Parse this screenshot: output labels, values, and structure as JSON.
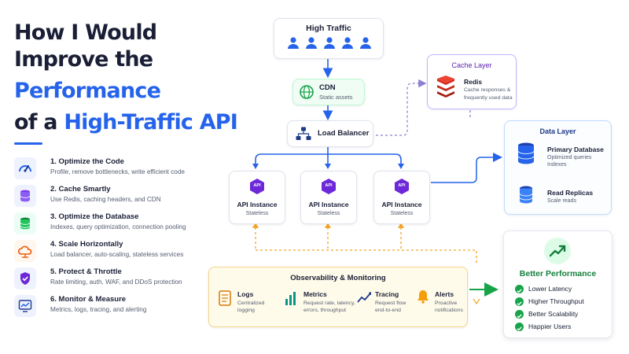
{
  "title": {
    "line1": "How I Would",
    "line2": "Improve the",
    "line3": "Performance",
    "line4a": "of a ",
    "line4b": "High-Traffic API"
  },
  "tips": [
    {
      "title": "1. Optimize the Code",
      "desc": "Profile, remove bottlenecks, write efficient code",
      "icon": "speedometer-icon"
    },
    {
      "title": "2. Cache Smartly",
      "desc": "Use Redis, caching headers, and CDN",
      "icon": "database-cache-icon"
    },
    {
      "title": "3. Optimize the Database",
      "desc": "Indexes, query optimization, connection pooling",
      "icon": "database-icon"
    },
    {
      "title": "4. Scale Horizontally",
      "desc": "Load balancer, auto-scaling, stateless services",
      "icon": "cloud-scale-icon"
    },
    {
      "title": "5. Protect & Throttle",
      "desc": "Rate limiting, auth, WAF, and DDoS protection",
      "icon": "shield-icon"
    },
    {
      "title": "6. Monitor & Measure",
      "desc": "Metrics, logs, tracing, and alerting",
      "icon": "chart-monitor-icon"
    }
  ],
  "diagram": {
    "traffic": {
      "label": "High Traffic"
    },
    "cdn": {
      "label": "CDN",
      "sub": "Static assets"
    },
    "load_balancer": {
      "label": "Load Balancer"
    },
    "instances": [
      {
        "label": "API Instance",
        "sub": "Stateless"
      },
      {
        "label": "API Instance",
        "sub": "Stateless"
      },
      {
        "label": "API Instance",
        "sub": "Stateless"
      }
    ],
    "api_badge": "API",
    "cache": {
      "title": "Cache Layer",
      "name": "Redis",
      "desc1": "Cache responses &",
      "desc2": "frequently used data"
    },
    "data": {
      "title": "Data Layer",
      "primary": "Primary Database",
      "primary_desc1": "Optimized queries",
      "primary_desc2": "Indexes",
      "replicas": "Read Replicas",
      "replicas_desc": "Scale reads"
    },
    "observability": {
      "title": "Observability & Monitoring",
      "items": [
        {
          "title": "Logs",
          "d1": "Centralized",
          "d2": "logging"
        },
        {
          "title": "Metrics",
          "d1": "Request rate, latency,",
          "d2": "errors, throughput"
        },
        {
          "title": "Tracing",
          "d1": "Request flow",
          "d2": "end-to-end"
        },
        {
          "title": "Alerts",
          "d1": "Proactive",
          "d2": "notifications"
        }
      ]
    },
    "results": {
      "title": "Better Performance",
      "items": [
        "Lower Latency",
        "Higher Throughput",
        "Better Scalability",
        "Happier Users"
      ]
    }
  },
  "colors": {
    "accent": "#2563eb",
    "purple": "#6d28d9",
    "green": "#16a34a",
    "orange": "#f5a524",
    "redis": "#d82c20"
  }
}
